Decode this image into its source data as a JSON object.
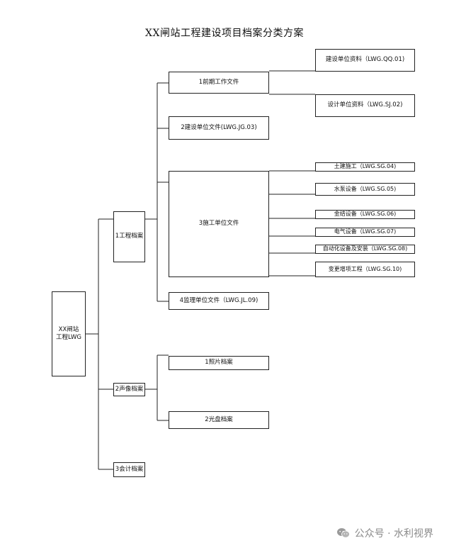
{
  "title": "XX闸站工程建设项目档案分类方案",
  "root": {
    "label_line1": "XX闸站",
    "label_line2": "工程LWG"
  },
  "level1": {
    "engineering": "1工程档案",
    "audio_video": "2声像档案",
    "accounting": "3会计档案"
  },
  "engineering_children": {
    "preliminary": "1前期工作文件",
    "builder": "2建设单位文件(LWG.JG.03)",
    "construction": "3施工单位文件",
    "supervision": "4监理单位文件（LWG.JL.09)"
  },
  "preliminary_children": {
    "builder_data": "建设单位资料（LWG.QQ.01)",
    "design_data": "设计单位资料（LWG.SJ.02)"
  },
  "construction_children": {
    "civil": "土建施工（LWG.SG.04)",
    "pump": "水泵设备（LWG.SG.05)",
    "metal": "金结设备（LWG.SG.06)",
    "electrical": "电气设备（LWG.SG.07)",
    "automation": "自动化设备及安装（LWG.SG.08)",
    "changes": "变更增项工程（LWG.SG.10)"
  },
  "audio_video_children": {
    "photos": "1照片档案",
    "discs": "2光盘档案"
  },
  "watermark": {
    "text": "公众号 · 水利视界",
    "icon": "wechat-icon",
    "color": "#8a8a8a"
  }
}
